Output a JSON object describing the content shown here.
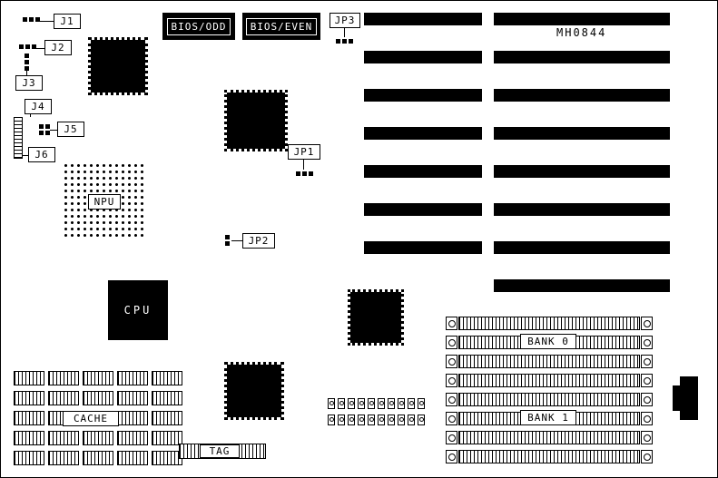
{
  "board": {
    "part_number": "MH0844"
  },
  "jumpers": {
    "j1": "J1",
    "j2": "J2",
    "j3": "J3",
    "j4": "J4",
    "j5": "J5",
    "j6": "J6",
    "jp1": "JP1",
    "jp2": "JP2",
    "jp3": "JP3"
  },
  "chips": {
    "bios_odd": "BIOS/ODD",
    "bios_even": "BIOS/EVEN",
    "cpu": "CPU",
    "npu": "NPU",
    "cache": "CACHE",
    "tag": "TAG"
  },
  "memory": {
    "bank0": "BANK 0",
    "bank1": "BANK 1"
  },
  "structure": {
    "isa_left_bars": 7,
    "isa_right_bars": 8,
    "simm_sockets": 8,
    "cache_rows": 5,
    "cache_cols": 5,
    "component_rows": 2,
    "component_row_cells": 10
  },
  "colors": {
    "ink": "#000000",
    "paper": "#ffffff"
  }
}
